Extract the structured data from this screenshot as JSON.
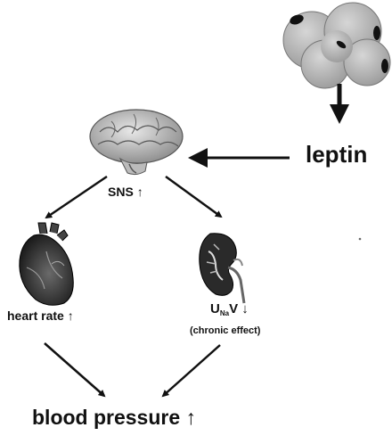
{
  "labels": {
    "leptin": "leptin",
    "sns": "SNS",
    "heart_rate": "heart rate",
    "u_main": "U",
    "u_sub": "Na",
    "v": "V",
    "chronic": "(chronic effect)",
    "blood_pressure": "blood pressure",
    "up": "↑",
    "down": "↓"
  },
  "icons": [
    "fat-cells-icon",
    "brain-icon",
    "heart-icon",
    "kidney-icon"
  ]
}
